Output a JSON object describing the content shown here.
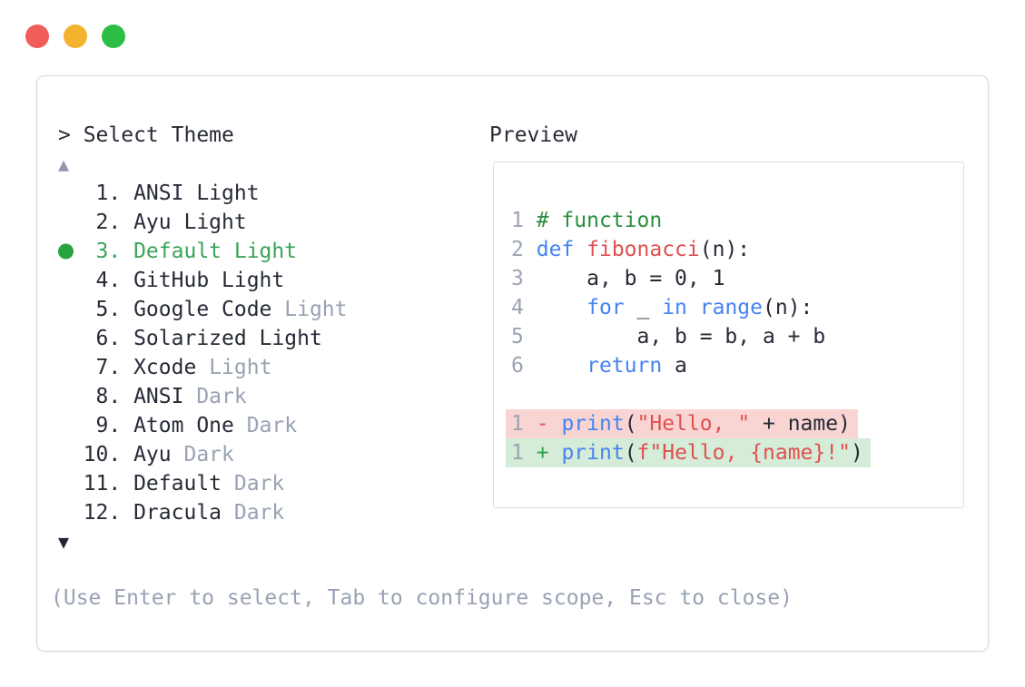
{
  "window": {
    "controls": [
      {
        "name": "close",
        "color": "#f15e5a"
      },
      {
        "name": "minimize",
        "color": "#f3b32e"
      },
      {
        "name": "zoom",
        "color": "#2dbe46"
      }
    ]
  },
  "theme_picker": {
    "prompt": "> Select Theme",
    "scroll_up_indicator": "▲",
    "scroll_down_indicator": "▼",
    "items": [
      {
        "number": "1",
        "name": "ANSI Light",
        "variant": "",
        "selected": false
      },
      {
        "number": "2",
        "name": "Ayu Light",
        "variant": "",
        "selected": false
      },
      {
        "number": "3",
        "name": "Default Light",
        "variant": "",
        "selected": true
      },
      {
        "number": "4",
        "name": "GitHub Light",
        "variant": "",
        "selected": false
      },
      {
        "number": "5",
        "name": "Google Code",
        "variant": "Light",
        "selected": false
      },
      {
        "number": "6",
        "name": "Solarized Light",
        "variant": "",
        "selected": false
      },
      {
        "number": "7",
        "name": "Xcode",
        "variant": "Light",
        "selected": false
      },
      {
        "number": "8",
        "name": "ANSI",
        "variant": "Dark",
        "selected": false
      },
      {
        "number": "9",
        "name": "Atom One",
        "variant": "Dark",
        "selected": false
      },
      {
        "number": "10",
        "name": "Ayu",
        "variant": "Dark",
        "selected": false
      },
      {
        "number": "11",
        "name": "Default",
        "variant": "Dark",
        "selected": false
      },
      {
        "number": "12",
        "name": "Dracula",
        "variant": "Dark",
        "selected": false
      }
    ],
    "hint": "(Use Enter to select, Tab to configure scope, Esc to close)"
  },
  "preview": {
    "label": "Preview",
    "code_lines": [
      {
        "ln": "1",
        "diff": "",
        "tokens": [
          {
            "t": "comment",
            "s": "# function"
          }
        ]
      },
      {
        "ln": "2",
        "diff": "",
        "tokens": [
          {
            "t": "kw",
            "s": "def"
          },
          {
            "t": "plain",
            "s": " "
          },
          {
            "t": "fn",
            "s": "fibonacci"
          },
          {
            "t": "plain",
            "s": "(n):"
          }
        ]
      },
      {
        "ln": "3",
        "diff": "",
        "tokens": [
          {
            "t": "plain",
            "s": "    a, b = 0, 1"
          }
        ]
      },
      {
        "ln": "4",
        "diff": "",
        "tokens": [
          {
            "t": "plain",
            "s": "    "
          },
          {
            "t": "kw",
            "s": "for"
          },
          {
            "t": "plain",
            "s": " _ "
          },
          {
            "t": "kw",
            "s": "in"
          },
          {
            "t": "plain",
            "s": " "
          },
          {
            "t": "kw",
            "s": "range"
          },
          {
            "t": "plain",
            "s": "(n):"
          }
        ]
      },
      {
        "ln": "5",
        "diff": "",
        "tokens": [
          {
            "t": "plain",
            "s": "        a, b = b, a + b"
          }
        ]
      },
      {
        "ln": "6",
        "diff": "",
        "tokens": [
          {
            "t": "plain",
            "s": "    "
          },
          {
            "t": "kw",
            "s": "return"
          },
          {
            "t": "plain",
            "s": " a"
          }
        ]
      },
      {
        "ln": "",
        "diff": "",
        "tokens": []
      },
      {
        "ln": "1",
        "diff": "removed",
        "tokens": [
          {
            "t": "minus",
            "s": "-"
          },
          {
            "t": "plain",
            "s": " "
          },
          {
            "t": "kw",
            "s": "print"
          },
          {
            "t": "plain",
            "s": "("
          },
          {
            "t": "str",
            "s": "\"Hello, \""
          },
          {
            "t": "plain",
            "s": " + name)"
          }
        ]
      },
      {
        "ln": "1",
        "diff": "added",
        "tokens": [
          {
            "t": "plus",
            "s": "+"
          },
          {
            "t": "plain",
            "s": " "
          },
          {
            "t": "kw",
            "s": "print"
          },
          {
            "t": "plain",
            "s": "("
          },
          {
            "t": "str",
            "s": "f\"Hello, {name}!\""
          },
          {
            "t": "plain",
            "s": ")"
          }
        ]
      }
    ]
  },
  "colors": {
    "traffic-red": "#f15e5a",
    "traffic-yellow": "#f3b32e",
    "traffic-green": "#2dbe46",
    "border": "#d5d9e0",
    "border2": "#d9dde4",
    "text": "#262b36",
    "muted": "#98a2b3",
    "arrow-up": "#8d99ad",
    "arrow-down": "#1f2532",
    "selected-green": "#38a457",
    "green-dot": "#27a33f",
    "comment": "#2b8f3e",
    "keyword": "#4583f2",
    "accent-red": "#e0504f",
    "lineno": "#9aa4b2",
    "diff-plus": "#2f9e44",
    "bg-removed": "#f8d5d3",
    "bg-added": "#d5ecd9"
  }
}
